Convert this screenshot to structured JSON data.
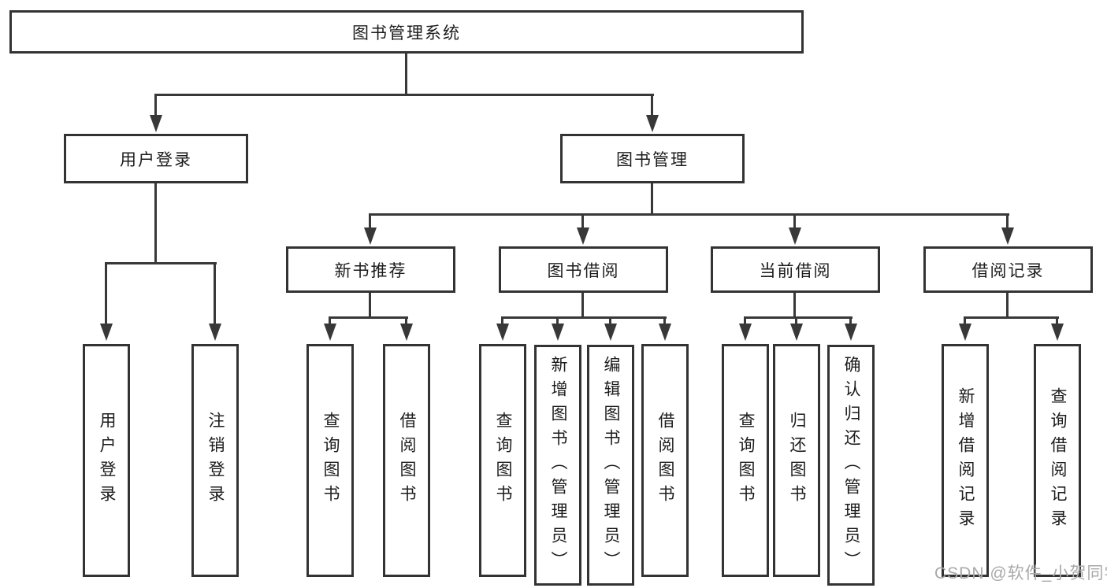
{
  "diagram": {
    "root": {
      "label": "图书管理系统"
    },
    "login": {
      "label": "用户登录",
      "children": [
        {
          "label": "用户登录"
        },
        {
          "label": "注销登录"
        }
      ]
    },
    "management": {
      "label": "图书管理",
      "groups": [
        {
          "label": "新书推荐",
          "children": [
            {
              "label": "查询图书"
            },
            {
              "label": "借阅图书"
            }
          ]
        },
        {
          "label": "图书借阅",
          "children": [
            {
              "label": "查询图书"
            },
            {
              "label": "新增图书（管理员）"
            },
            {
              "label": "编辑图书（管理员）"
            },
            {
              "label": "借阅图书"
            }
          ]
        },
        {
          "label": "当前借阅",
          "children": [
            {
              "label": "查询图书"
            },
            {
              "label": "归还图书"
            },
            {
              "label": "确认归还（管理员）"
            }
          ]
        },
        {
          "label": "借阅记录",
          "children": [
            {
              "label": "新增借阅记录"
            },
            {
              "label": "查询借阅记录"
            }
          ]
        }
      ]
    }
  },
  "watermark": {
    "text": "CSDN @软件_小贺同学"
  },
  "colors": {
    "background": "#ffffff",
    "line": "#383838",
    "box_border": "#333333",
    "text": "#1c1c1c",
    "watermark": "#a9a9a9"
  }
}
